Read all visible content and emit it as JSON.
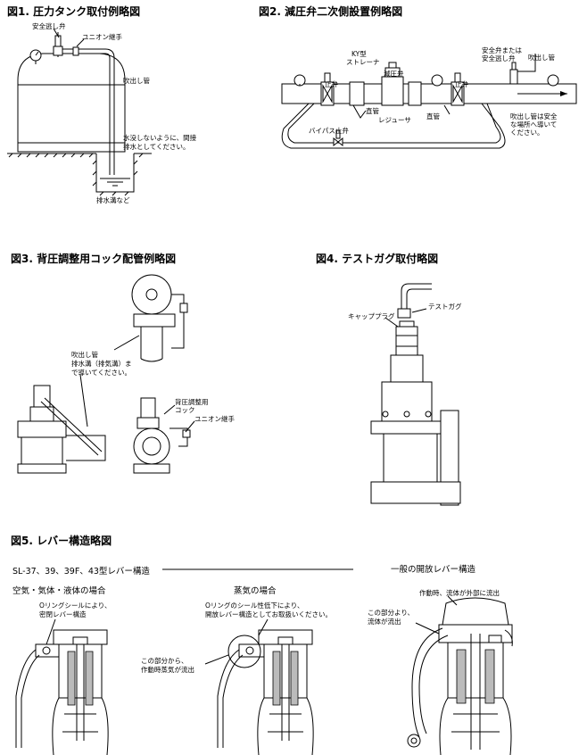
{
  "fig1": {
    "title": "図1. 圧力タンク取付例略図",
    "safety_valve": "安全逃し弁",
    "union": "ユニオン継手",
    "blowoff": "吹出し管",
    "note": [
      "水没しないように、間接",
      "排水としてください。"
    ],
    "drain": "排水溝など"
  },
  "fig2": {
    "title": "図2. 減圧弁二次側設置例略図",
    "stop_valve_1": "止弁",
    "ky_strainer": [
      "KY型",
      "ストレーナ"
    ],
    "prv": "減圧弁",
    "stop_valve_2": "止弁",
    "safety_valve": [
      "安全弁または",
      "安全逃し弁"
    ],
    "blowoff": "吹出し管",
    "straight_1": "直管",
    "reducer": "レジューサ",
    "straight_2": "直管",
    "bypass": "バイパス止弁",
    "note": [
      "吹出し管は安全",
      "な場所へ導いて",
      "ください。"
    ]
  },
  "fig3": {
    "title": "図3. 背圧調整用コック配管例略図",
    "note": [
      "吹出し管",
      "排水溝（排気溝）ま",
      "で導いてください。"
    ],
    "cock": [
      "背圧調整用",
      "コック"
    ],
    "union": "ユニオン継手"
  },
  "fig4": {
    "title": "図4. テストガグ取付略図",
    "cap_plug": "キャッププラグ",
    "test_gag": "テストガグ"
  },
  "fig5": {
    "title": "図5. レバー構造略図",
    "sl_header": "SL-37、39、39F、43型レバー構造",
    "general_header": "一般の開放レバー構造",
    "case_air": "空気・気体・液体の場合",
    "case_air_note": [
      "Oリングシールにより、",
      "密閉レバー構造"
    ],
    "case_steam": "蒸気の場合",
    "case_steam_note": [
      "Oリングのシール性低下により、",
      "開放レバー構造としてお取扱いください。"
    ],
    "case_steam_leak": [
      "この部分から、",
      "作動時蒸気が流出"
    ],
    "general_note": "作動時、流体が外部に流出",
    "general_leak": [
      "この部分より、",
      "流体が流出"
    ]
  }
}
